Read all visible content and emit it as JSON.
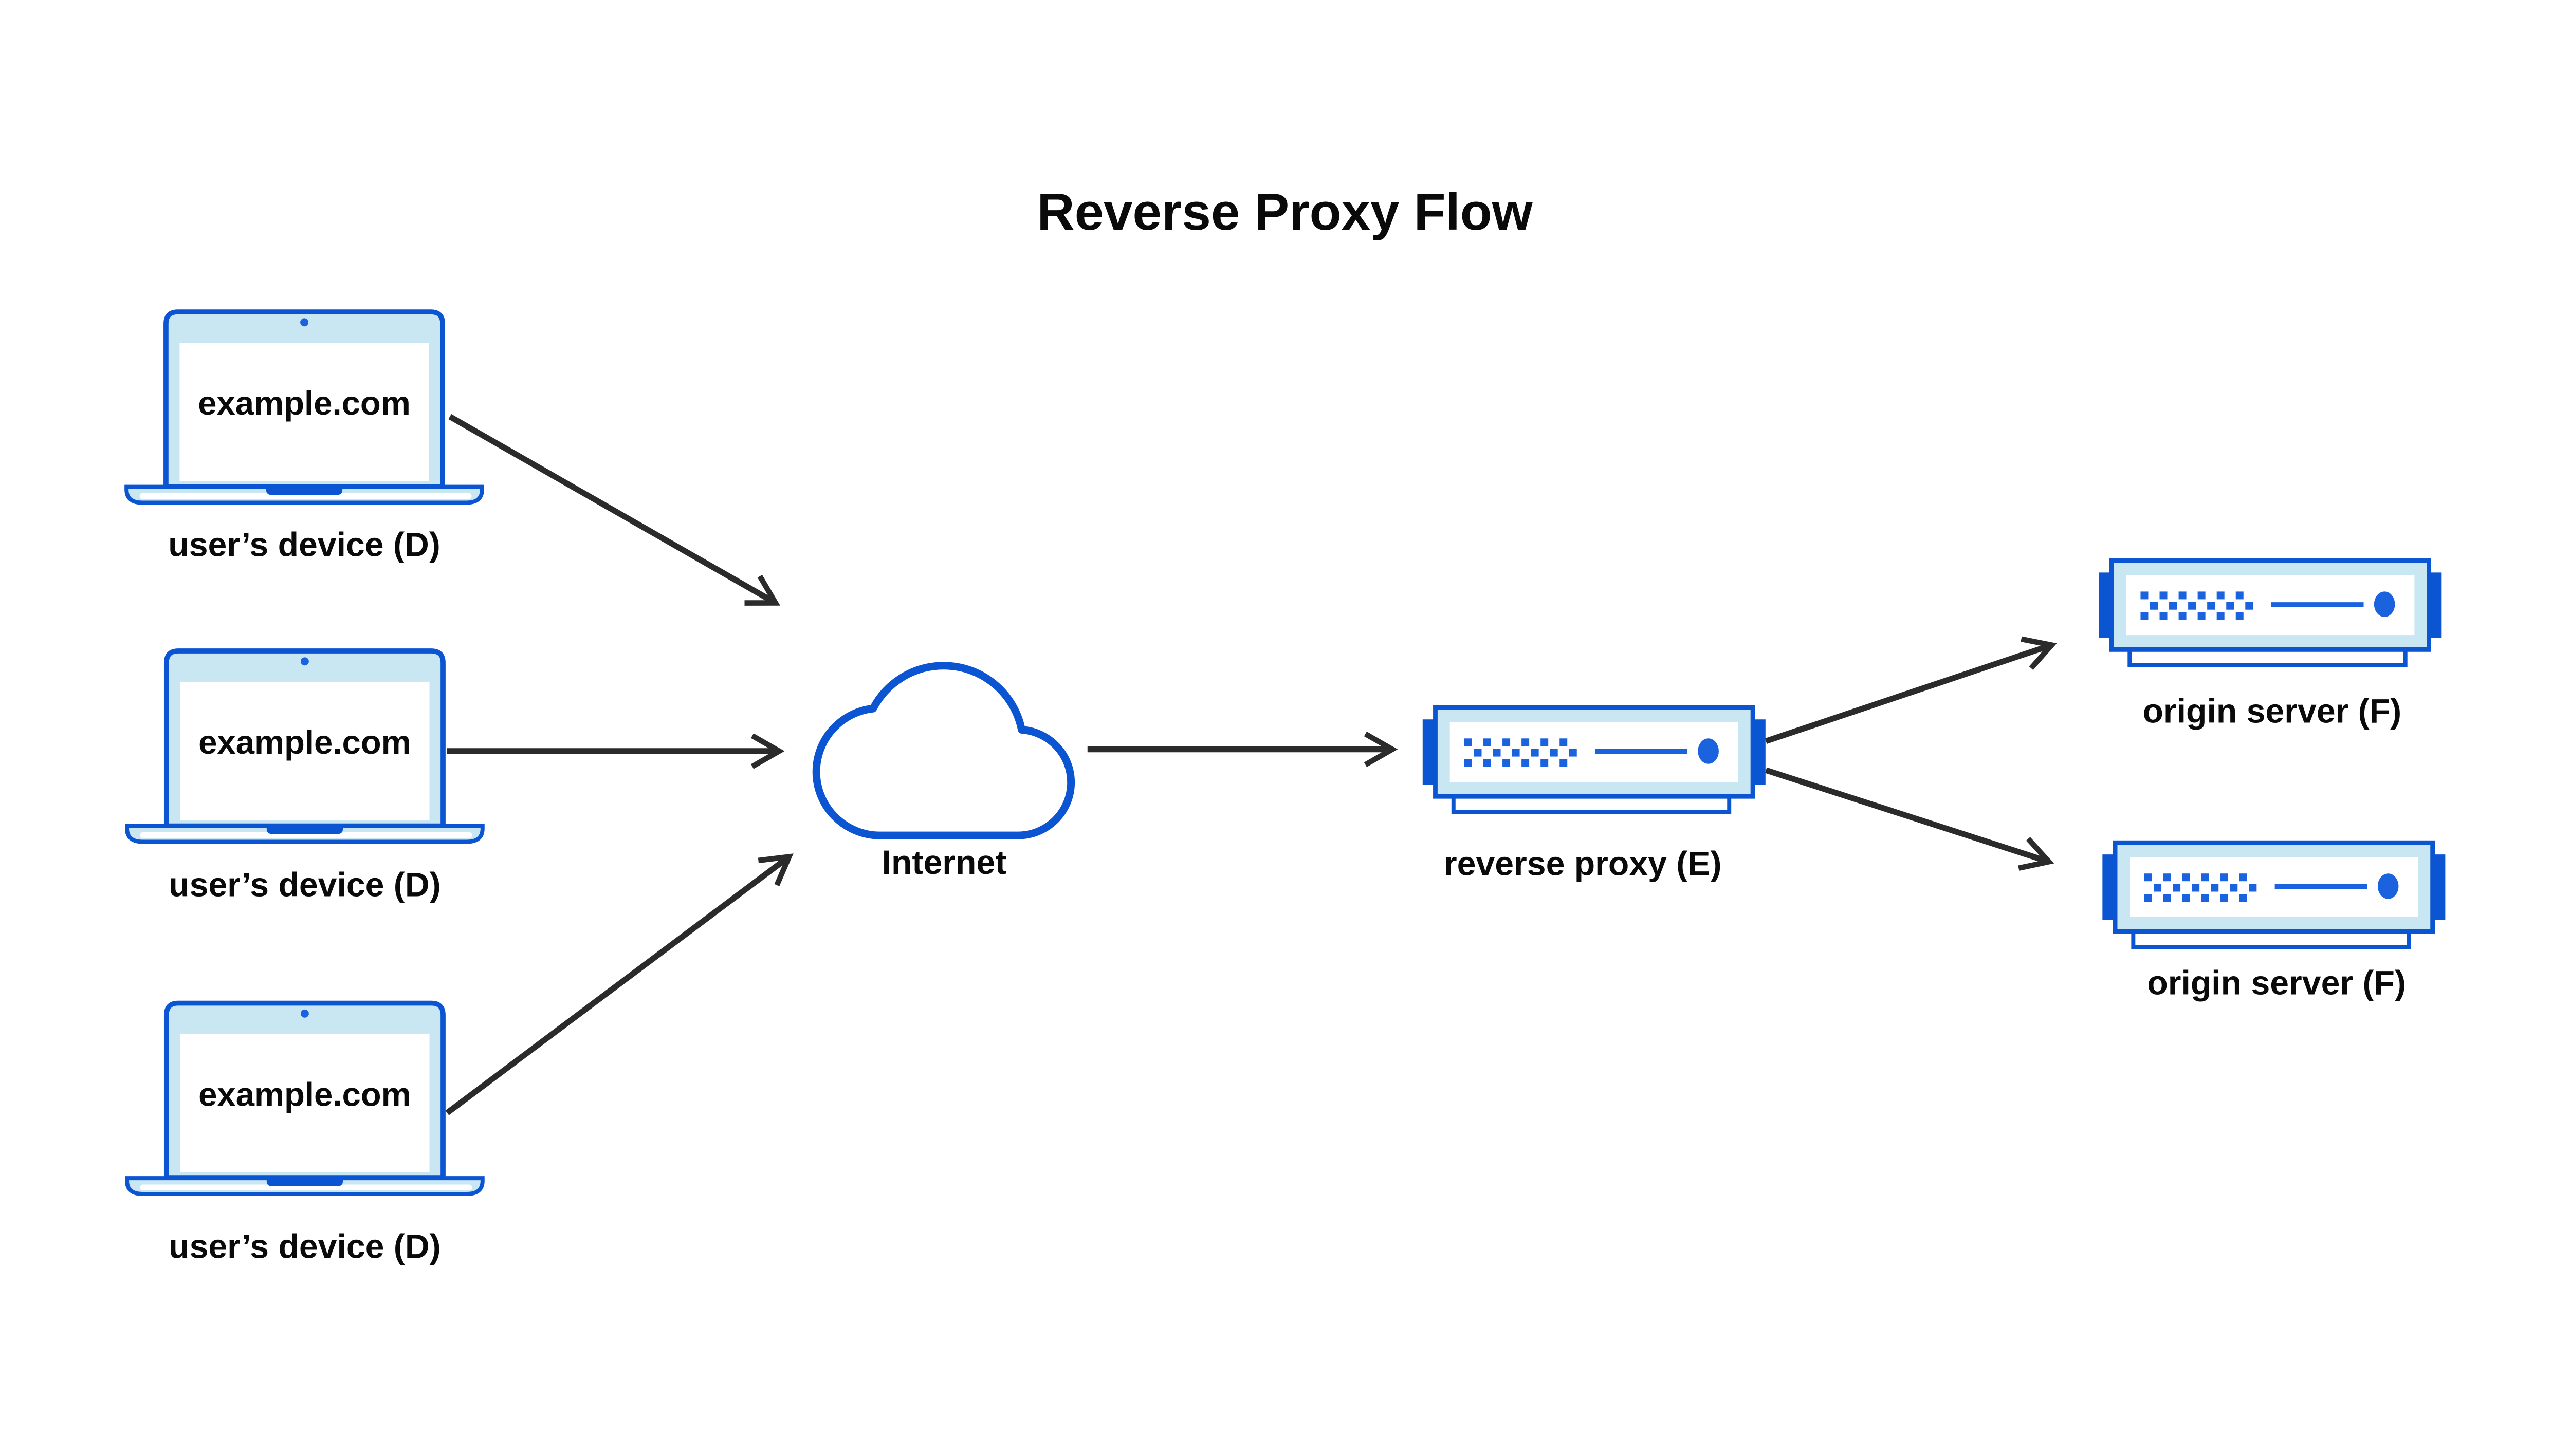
{
  "title": "Reverse Proxy Flow",
  "nodes": {
    "devices": [
      {
        "icon": "laptop-icon",
        "screen_label": "example.com",
        "caption": "user’s device (D)"
      },
      {
        "icon": "laptop-icon",
        "screen_label": "example.com",
        "caption": "user’s device (D)"
      },
      {
        "icon": "laptop-icon",
        "screen_label": "example.com",
        "caption": "user’s device (D)"
      }
    ],
    "internet": {
      "icon": "cloud-icon",
      "caption": "Internet"
    },
    "reverse_proxy": {
      "icon": "server-icon",
      "caption": "reverse proxy (E)"
    },
    "origin_servers": [
      {
        "icon": "server-icon",
        "caption": "origin server (F)"
      },
      {
        "icon": "server-icon",
        "caption": "origin server (F)"
      }
    ]
  },
  "edges": [
    {
      "from": "user-device-1",
      "to": "internet"
    },
    {
      "from": "user-device-2",
      "to": "internet"
    },
    {
      "from": "user-device-3",
      "to": "internet"
    },
    {
      "from": "internet",
      "to": "reverse-proxy"
    },
    {
      "from": "reverse-proxy",
      "to": "origin-server-1"
    },
    {
      "from": "reverse-proxy",
      "to": "origin-server-2"
    }
  ],
  "colors": {
    "blue": "#0b55d2",
    "dot_blue": "#1b63de",
    "light_blue": "#c9e6f3",
    "arrow": "#2b2b2b",
    "ink": "#0a0a0a",
    "bg": "#ffffff"
  }
}
